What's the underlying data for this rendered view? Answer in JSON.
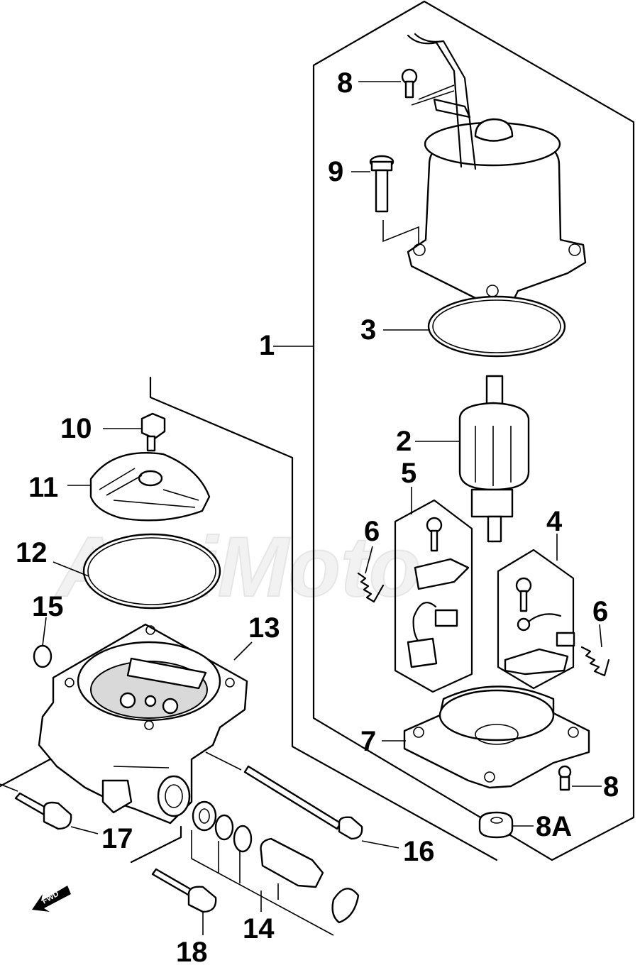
{
  "callouts": {
    "c1": "1",
    "c2": "2",
    "c3": "3",
    "c4": "4",
    "c5": "5",
    "c6a": "6",
    "c6b": "6",
    "c7": "7",
    "c8a": "8",
    "c8b": "8",
    "c8A": "8A",
    "c9": "9",
    "c10": "10",
    "c11": "11",
    "c12": "12",
    "c13": "13",
    "c14": "14",
    "c15": "15",
    "c16": "16",
    "c17": "17",
    "c18": "18"
  },
  "watermark": "ActiMoto",
  "fwd_label": "FWD",
  "icons": {
    "forward_arrow": "forward-arrow-icon"
  }
}
